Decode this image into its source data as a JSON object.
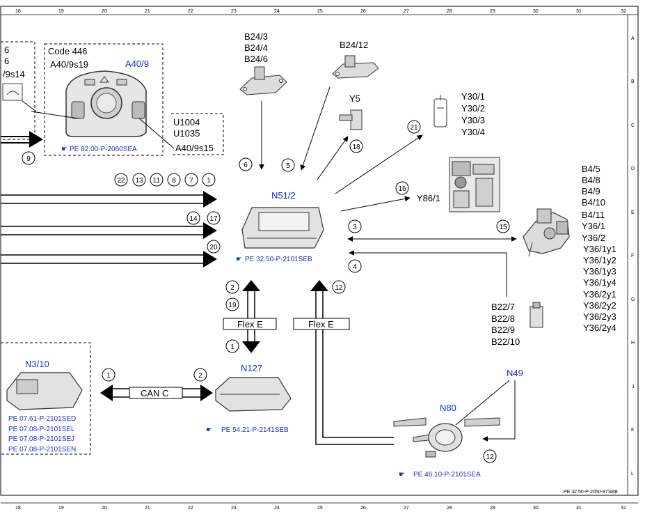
{
  "grid": {
    "columns": [
      "18",
      "19",
      "20",
      "21",
      "22",
      "23",
      "24",
      "25",
      "26",
      "27",
      "28",
      "29",
      "30",
      "31",
      "32"
    ],
    "rows": [
      "A",
      "B",
      "C",
      "D",
      "E",
      "F",
      "G",
      "H",
      "J",
      "K",
      "L"
    ]
  },
  "footer_ref": "PE 32.50-P-2050-97SEB",
  "modules": {
    "left_partial": [
      "6",
      "6",
      "/9s14"
    ],
    "a40": {
      "title": "A40/9",
      "code": "Code 446",
      "switch": "A40/9s19",
      "switch2": "A40/9s15",
      "ref": "PE 82.00-P-2060SEA"
    },
    "u_codes": [
      "U1004",
      "U1035"
    ],
    "b24_group": [
      "B24/3",
      "B24/4",
      "B24/6"
    ],
    "b24_12": "B24/12",
    "y5": "Y5",
    "y30": [
      "Y30/1",
      "Y30/2",
      "Y30/3",
      "Y30/4"
    ],
    "y86": "Y86/1",
    "n51": {
      "title": "N51/2",
      "ref": "PE 32.50-P-2101SEB"
    },
    "right_list": [
      "B4/5",
      "B4/8",
      "B4/9",
      "B4/10",
      "B4/11",
      "Y36/1",
      "Y36/2",
      "Y36/1y1",
      "Y36/1y2",
      "Y36/1y3",
      "Y36/1y4",
      "Y36/2y1",
      "Y36/2y2",
      "Y36/2y3",
      "Y36/2y4"
    ],
    "b22": [
      "B22/7",
      "B22/8",
      "B22/9",
      "B22/10"
    ],
    "n3": {
      "title": "N3/10",
      "refs": [
        "PE 07.61-P-2101SED",
        "PE 07.08-P-2101SEL",
        "PE 07.08-P-2101SEJ",
        "PE 07.08-P-2101SEN"
      ]
    },
    "n127": {
      "title": "N127",
      "ref": "PE 54.21-P-2141SEB"
    },
    "n80": {
      "title": "N80",
      "ref": "PE 46.10-P-2101SEA"
    },
    "n49": "N49"
  },
  "bus_labels": {
    "flex_e_1": "Flex E",
    "flex_e_2": "Flex E",
    "can_c": "CAN C"
  },
  "circles": {
    "c9": "9",
    "c22": "22",
    "c13": "13",
    "c11": "11",
    "c8": "8",
    "c7": "7",
    "c1a": "1",
    "c14": "14",
    "c17": "17",
    "c20": "20",
    "c6": "6",
    "c5": "5",
    "c18": "18",
    "c21": "21",
    "c16": "16",
    "c3": "3",
    "c15": "15",
    "c4": "4",
    "c2a": "2",
    "c19": "19",
    "c12a": "12",
    "c1b": "1",
    "c1c": "1",
    "c2b": "2",
    "c12b": "12"
  }
}
